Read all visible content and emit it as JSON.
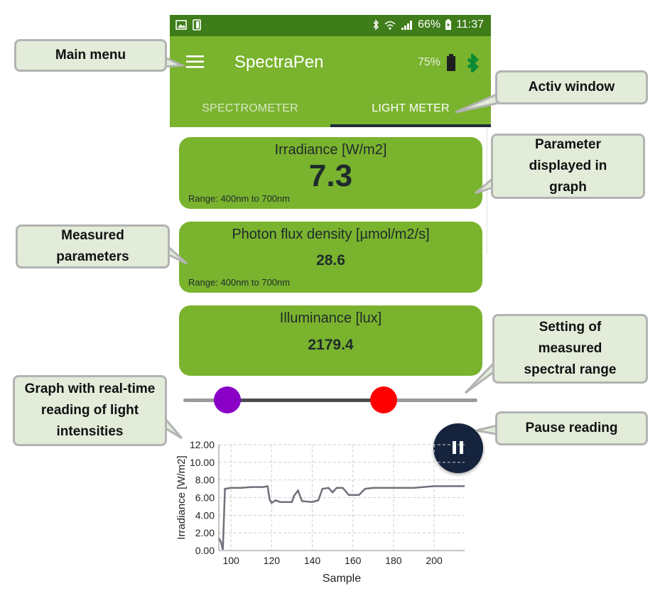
{
  "status_bar": {
    "battery_text": "66%",
    "time": "11:37"
  },
  "app_bar": {
    "title": "SpectraPen",
    "device_battery": "75%",
    "tabs": [
      {
        "label": "SPECTROMETER",
        "active": false
      },
      {
        "label": "LIGHT METER",
        "active": true
      }
    ]
  },
  "cards": [
    {
      "title": "Irradiance [W/m2]",
      "value": "7.3",
      "range": "Range: 400nm to 700nm"
    },
    {
      "title": "Photon flux density [µmol/m2/s]",
      "value": "28.6",
      "range": "Range: 400nm to 700nm"
    },
    {
      "title": "Illuminance [lux]",
      "value": "2179.4"
    }
  ],
  "slider": {
    "low_color": "#8a00c7",
    "high_color": "#ff0000",
    "low_fraction": 0.15,
    "high_fraction": 0.68
  },
  "callouts": {
    "main_menu": "Main menu",
    "activ_window": "Activ window",
    "parameter_graph": "Parameter displayed in graph",
    "measured_parameters": "Measured parameters",
    "spectral_range": "Setting of measured spectral range",
    "graph_realtime": "Graph with real-time reading of light intensities",
    "pause_reading": "Pause reading"
  },
  "icons": {
    "menu": "hamburger-menu-icon",
    "pause": "pause-icon",
    "battery": "battery-icon",
    "bluetooth": "bluetooth-icon"
  },
  "chart_data": {
    "type": "line",
    "xlabel": "Sample",
    "ylabel": "Irradiance [W/m2]",
    "xlim": [
      94,
      215
    ],
    "ylim": [
      0,
      12
    ],
    "xticks": [
      100,
      120,
      140,
      160,
      180,
      200
    ],
    "yticks": [
      "0.00",
      "2.00",
      "4.00",
      "6.00",
      "8.00",
      "10.00",
      "12.00"
    ],
    "grid": true,
    "series": [
      {
        "values": [
          [
            94,
            1.4
          ],
          [
            95,
            1.0
          ],
          [
            96,
            0.1
          ],
          [
            97,
            7.0
          ],
          [
            100,
            7.1
          ],
          [
            105,
            7.1
          ],
          [
            110,
            7.2
          ],
          [
            116,
            7.2
          ],
          [
            118,
            7.3
          ],
          [
            119,
            5.8
          ],
          [
            120,
            5.4
          ],
          [
            122,
            5.7
          ],
          [
            124,
            5.5
          ],
          [
            130,
            5.5
          ],
          [
            131,
            6.2
          ],
          [
            133,
            6.8
          ],
          [
            135,
            5.6
          ],
          [
            140,
            5.5
          ],
          [
            143,
            5.7
          ],
          [
            145,
            7.0
          ],
          [
            148,
            7.1
          ],
          [
            150,
            6.6
          ],
          [
            152,
            7.1
          ],
          [
            155,
            7.1
          ],
          [
            158,
            6.3
          ],
          [
            163,
            6.3
          ],
          [
            166,
            7.0
          ],
          [
            170,
            7.1
          ],
          [
            180,
            7.1
          ],
          [
            190,
            7.1
          ],
          [
            200,
            7.3
          ],
          [
            210,
            7.3
          ],
          [
            215,
            7.3
          ]
        ]
      }
    ]
  }
}
